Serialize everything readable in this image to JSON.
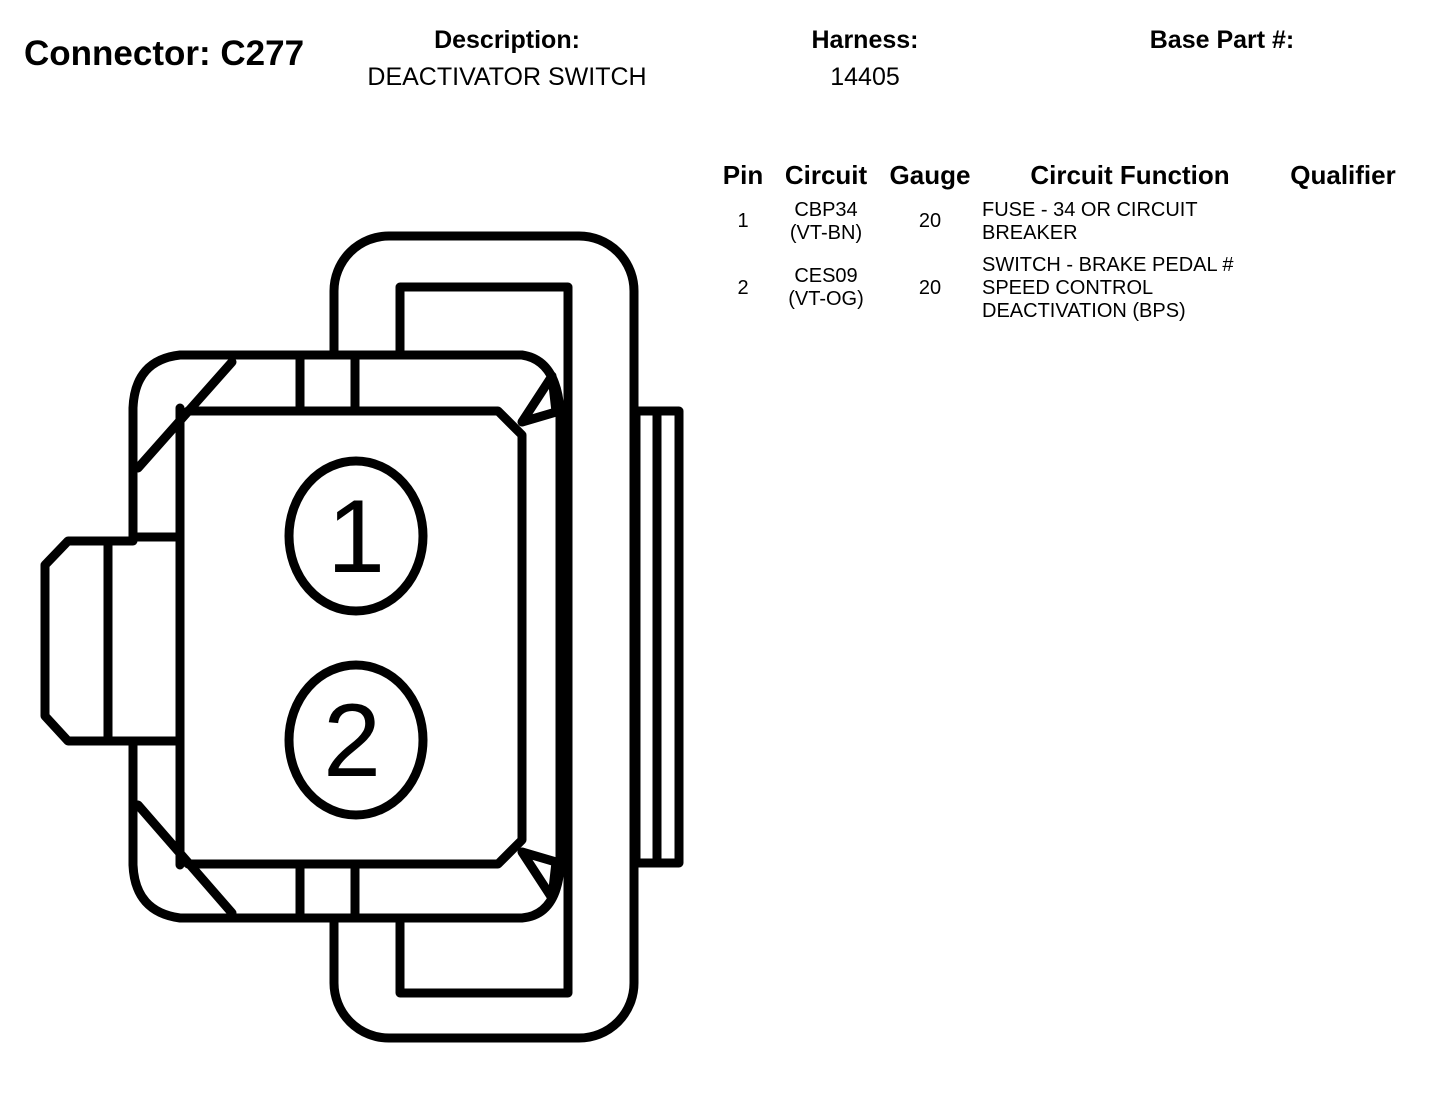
{
  "header": {
    "connector_title": "Connector: C277",
    "description_label": "Description:",
    "description_value": "DEACTIVATOR SWITCH",
    "harness_label": "Harness:",
    "harness_value": "14405",
    "base_part_label": "Base Part #:",
    "base_part_value": ""
  },
  "table": {
    "columns": [
      "Pin",
      "Circuit",
      "Gauge",
      "Circuit Function",
      "Qualifier"
    ],
    "rows": [
      {
        "pin": "1",
        "circuit": [
          "CBP34",
          "(VT-BN)"
        ],
        "gauge": "20",
        "function": [
          "FUSE - 34 OR CIRCUIT",
          "BREAKER"
        ],
        "qualifier": ""
      },
      {
        "pin": "2",
        "circuit": [
          "CES09",
          "(VT-OG)"
        ],
        "gauge": "20",
        "function": [
          "SWITCH - BRAKE PEDAL #",
          "SPEED CONTROL",
          "DEACTIVATION (BPS)"
        ],
        "qualifier": ""
      }
    ]
  },
  "diagram": {
    "pin_labels": [
      "1",
      "2"
    ],
    "line_color": "#000000",
    "fill_color": "#ffffff"
  }
}
